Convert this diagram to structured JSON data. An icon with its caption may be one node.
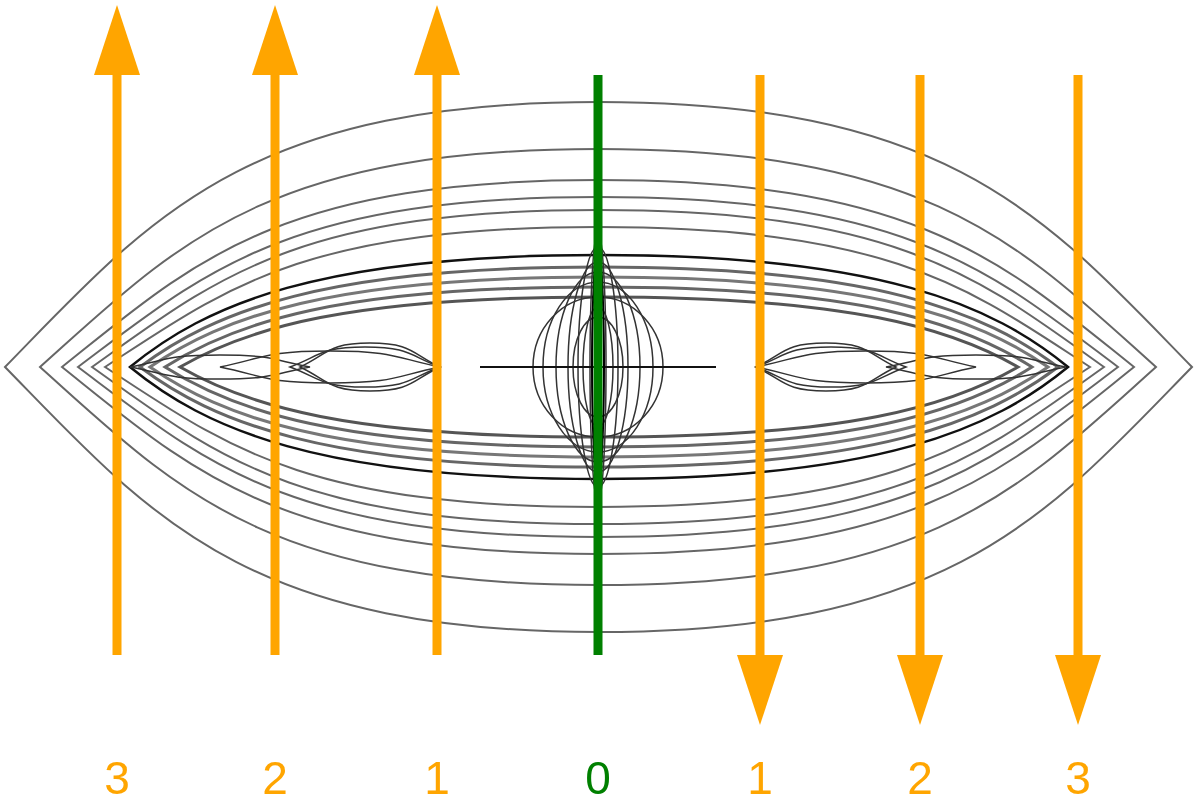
{
  "diagram": {
    "labels": [
      "3",
      "2",
      "1",
      "0",
      "1",
      "2",
      "3"
    ]
  }
}
